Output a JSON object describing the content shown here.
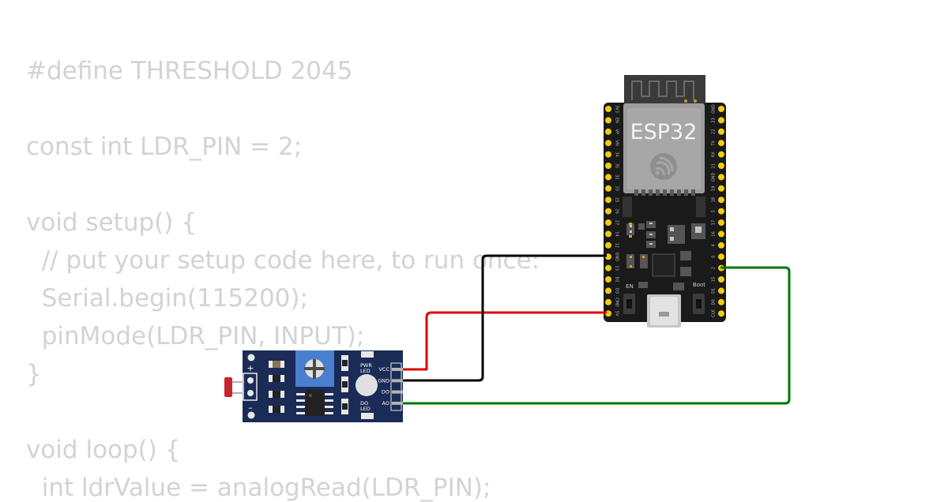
{
  "code": {
    "lines": [
      "#define THRESHOLD 2045",
      "",
      "const int LDR_PIN = 2;",
      "",
      "void setup() {",
      "  // put your setup code here, to run once:",
      "  Serial.begin(115200);",
      "  pinMode(LDR_PIN, INPUT);",
      "}",
      "",
      "void loop() {",
      "  int ldrValue = analogRead(LDR_PIN);"
    ]
  },
  "esp32": {
    "label": "ESP32",
    "en_label": "EN",
    "boot_label": "Boot",
    "left_pins": [
      "3V3",
      "EN",
      "VP",
      "VN",
      "34",
      "35",
      "32",
      "33",
      "25",
      "26",
      "27",
      "14",
      "12",
      "GND",
      "13",
      "D2",
      "D3",
      "CMD",
      "5V"
    ],
    "right_pins": [
      "GND",
      "23",
      "22",
      "TX",
      "RX",
      "21",
      "GND",
      "19",
      "18",
      "5",
      "17",
      "16",
      "4",
      "0",
      "2",
      "15",
      "D1",
      "D0",
      "CLK"
    ]
  },
  "ldr_module": {
    "pin_labels": [
      "VCC",
      "GND",
      "DO",
      "AO"
    ],
    "pwr_led_label": "PWR\nLED",
    "do_led_label": "DO\nLED",
    "plus_label": "+",
    "minus_label": "–"
  },
  "wires": [
    {
      "name": "VCC-5V",
      "color": "#dd0000"
    },
    {
      "name": "GND-GND",
      "color": "#000000"
    },
    {
      "name": "AO-GPIO2",
      "color": "#007700"
    }
  ]
}
